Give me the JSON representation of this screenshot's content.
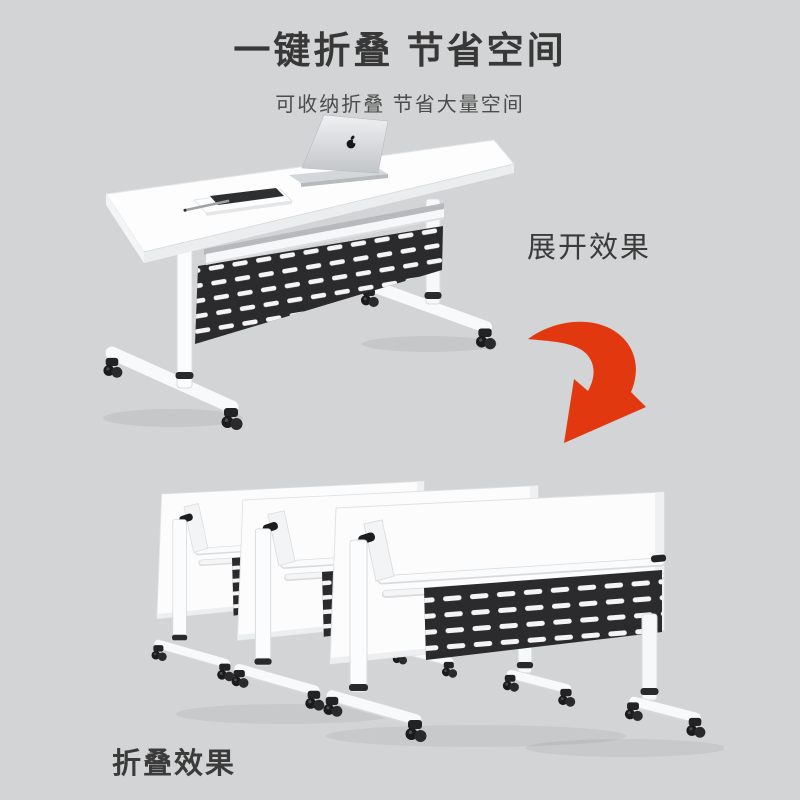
{
  "header": {
    "title": "一键折叠 节省空间",
    "subtitle": "可收纳折叠 节省大量空间"
  },
  "annotations": {
    "expanded_label": "展开效果",
    "folded_label": "折叠效果"
  },
  "figures": {
    "expanded_desk_alt": "white mobile training desk with black vented modesty panel, silver laptop, notebook and pen on top, T-legs with casters",
    "folded_desks_alt": "three desks with tabletops flipped vertical, nested together on casters",
    "folded_units_count": "3"
  },
  "colors": {
    "background": "#d3d4d5",
    "heading_text": "#383838",
    "subtitle_text": "#4c4c4c",
    "annotation_text": "#3b3b3b",
    "accent_red": "#e2380f",
    "desk_surface": "#fcfcfd",
    "mesh_panel": "#2b2b2d",
    "caster_black": "#1d1d1f"
  },
  "icons": [
    {
      "name": "fold-arrow-icon",
      "meaning": "transition from expanded to folded state"
    }
  ]
}
